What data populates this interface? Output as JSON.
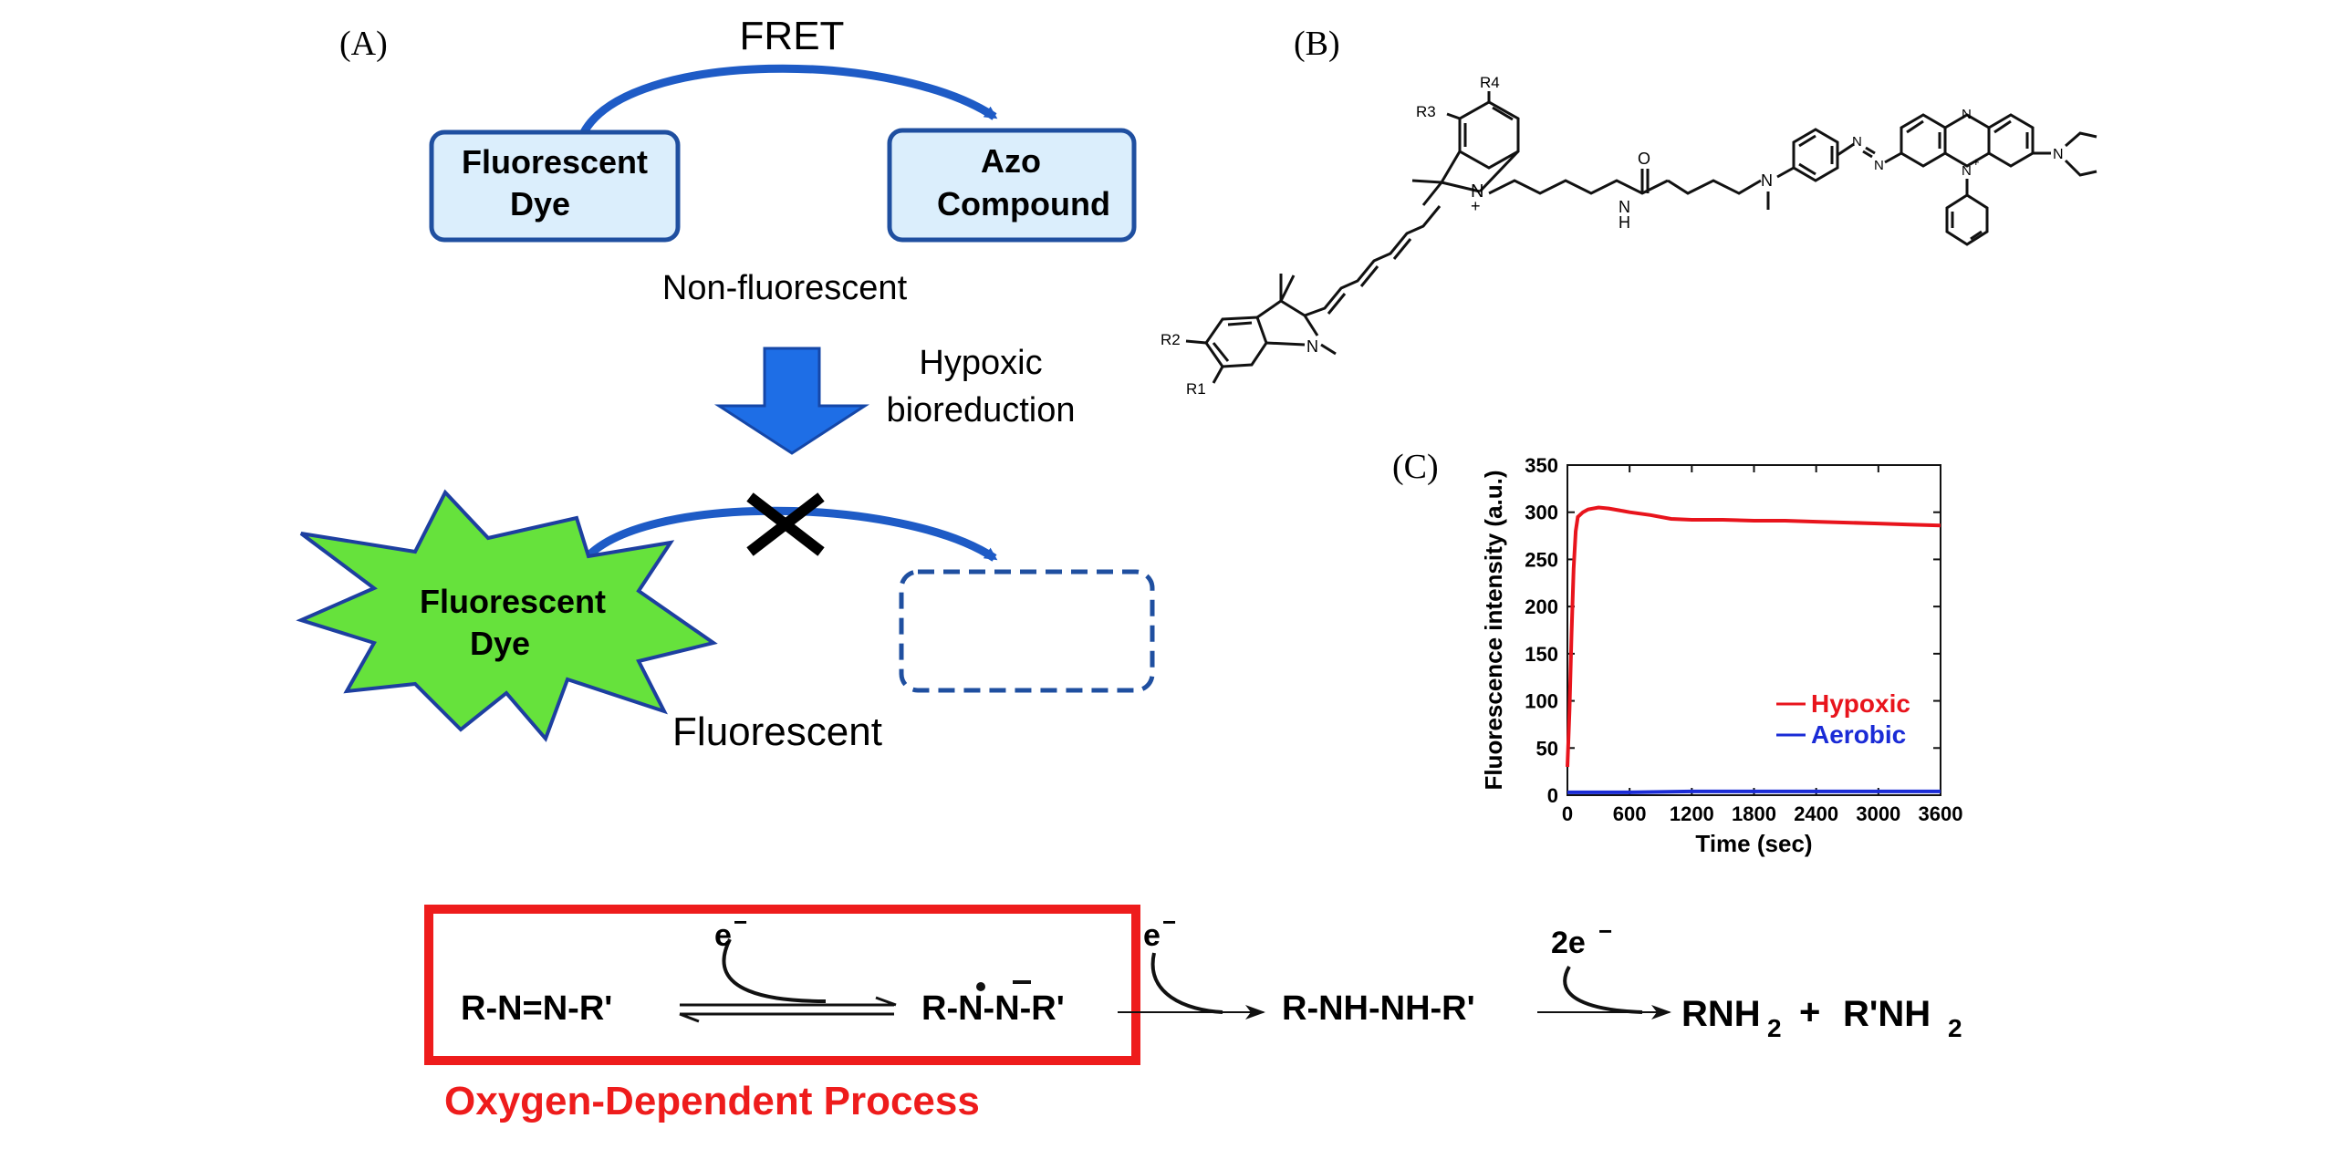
{
  "panel_a": {
    "label": "(A)",
    "fret_label": "FRET",
    "dye_top_line1": "Fluorescent",
    "dye_top_line2": "Dye",
    "azo_line1": "Azo",
    "azo_line2": "Compound",
    "non_fluorescent": "Non-fluorescent",
    "hypoxic_line1": "Hypoxic",
    "hypoxic_line2": "bioreduction",
    "dye_bottom_line1": "Fluorescent",
    "dye_bottom_line2": "Dye",
    "fluorescent": "Fluorescent",
    "colors": {
      "box_fill": "#dbeefc",
      "box_stroke": "#1f4fa0",
      "arrow": "#1e5bc6",
      "star_fill": "#66e23c"
    }
  },
  "panel_b": {
    "label": "(B)",
    "atoms": {
      "r1": "R1",
      "r2": "R2",
      "r3": "R3",
      "r4": "R4",
      "n_indolium": "N",
      "plus": "+",
      "n_indole": "N",
      "o": "O",
      "nh": "H",
      "nh_n": "N",
      "n_methyl": "N",
      "azo_n1": "N",
      "azo_n2": "N",
      "phen_n_top": "N",
      "phen_n_plus": "N",
      "phen_plus": "+",
      "net2": "N"
    }
  },
  "panel_c": {
    "label": "(C)",
    "chart_data": {
      "type": "line",
      "xlabel": "Time (sec)",
      "ylabel": "Fluorescence intensity (a.u.)",
      "xlim": [
        0,
        3600
      ],
      "ylim": [
        0,
        350
      ],
      "x_ticks": [
        0,
        600,
        1200,
        1800,
        2400,
        3000,
        3600
      ],
      "y_ticks": [
        0,
        50,
        100,
        150,
        200,
        250,
        300,
        350
      ],
      "legend_position": "lower-right",
      "series": [
        {
          "name": "Hypoxic",
          "color": "#e8141c",
          "x": [
            0,
            20,
            40,
            60,
            80,
            100,
            150,
            200,
            300,
            400,
            500,
            600,
            800,
            1000,
            1200,
            1500,
            1800,
            2100,
            2400,
            2700,
            3000,
            3300,
            3600
          ],
          "y": [
            30,
            90,
            170,
            240,
            280,
            295,
            300,
            303,
            305,
            304,
            302,
            300,
            297,
            293,
            292,
            292,
            291,
            291,
            290,
            289,
            288,
            287,
            286
          ]
        },
        {
          "name": "Aerobic",
          "color": "#1a2bd6",
          "x": [
            0,
            600,
            1200,
            1800,
            2400,
            3000,
            3600
          ],
          "y": [
            3,
            3,
            4,
            4,
            4,
            4,
            4
          ]
        }
      ]
    }
  },
  "reaction": {
    "azo": "R-N=N-R'",
    "e1": "e",
    "radical_anion": "R-N-N-R'",
    "e2": "e",
    "hydrazine": "R-NH-NH-R'",
    "e3": "2e",
    "amine1": "RNH",
    "sub2a": "2",
    "plus": "+",
    "amine2": "R'NH",
    "sub2b": "2",
    "process_label": "Oxygen-Dependent Process",
    "colors": {
      "box": "#ee1c1c",
      "label": "#ee1c1c"
    }
  }
}
